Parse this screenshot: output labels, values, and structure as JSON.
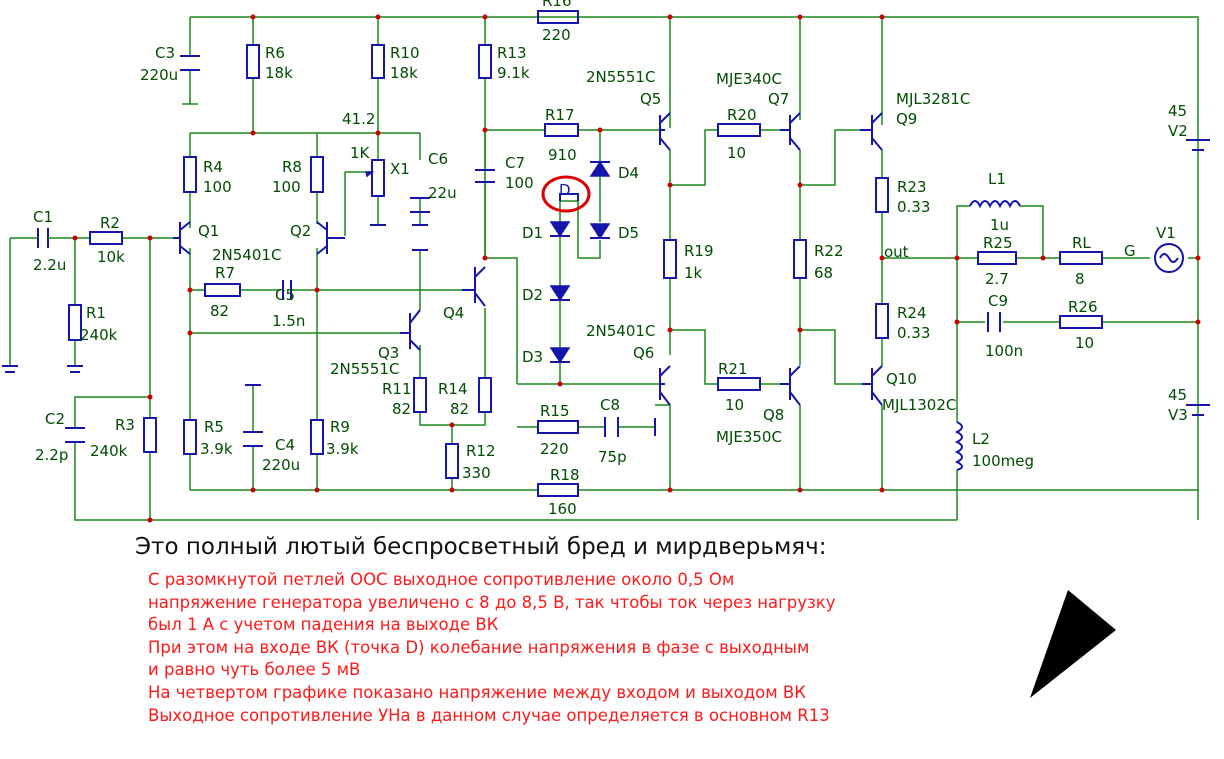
{
  "schematic": {
    "labels": {
      "R16": "R16",
      "R16_val": "220",
      "C3": "C3",
      "C3_val": "220u",
      "R6": "R6",
      "R6_val": "18k",
      "R10": "R10",
      "R10_val": "18k",
      "R13": "R13",
      "R13_val": "9.1k",
      "pot_reading": "41.2",
      "pot_val": "1K",
      "X1": "X1",
      "C6": "C6",
      "C6_val": "22u",
      "R4": "R4",
      "R4_val": "100",
      "R8": "R8",
      "R8_val": "100",
      "C1": "C1",
      "C1_val": "2.2u",
      "R2": "R2",
      "R2_val": "10k",
      "Q1": "Q1",
      "Q2": "Q2",
      "Q12_type": "2N5401C",
      "R7": "R7",
      "R7_val": "82",
      "C5": "C5",
      "C5_val": "1.5n",
      "R1": "R1",
      "R1_val": "240k",
      "C2": "C2",
      "C2_val": "2.2p",
      "R3": "R3",
      "R3_val": "240k",
      "R5": "R5",
      "R5_val": "3.9k",
      "C4": "C4",
      "C4_val": "220u",
      "R9": "R9",
      "R9_val": "3.9k",
      "Q3": "Q3",
      "Q3_type": "2N5551C",
      "R11": "R11",
      "R11_val": "82",
      "R14": "R14",
      "R14_val": "82",
      "R12": "R12",
      "R12_val": "330",
      "Q4": "Q4",
      "C7": "C7",
      "C7_val": "100",
      "R17": "R17",
      "R17_val": "910",
      "point_D": "D",
      "D1": "D1",
      "D2": "D2",
      "D3": "D3",
      "D4": "D4",
      "D5": "D5",
      "R15": "R15",
      "R15_val": "220",
      "C8": "C8",
      "C8_val": "75p",
      "R18": "R18",
      "R18_val": "160",
      "Q5_type": "2N5551C",
      "Q5": "Q5",
      "Q6_type": "2N5401C",
      "Q6": "Q6",
      "R19": "R19",
      "R19_val": "1k",
      "Q7_type": "MJE340C",
      "Q7": "Q7",
      "R20": "R20",
      "R20_val": "10",
      "R21": "R21",
      "R21_val": "10",
      "Q8": "Q8",
      "Q8_type": "MJE350C",
      "R22": "R22",
      "R22_val": "68",
      "Q9_type": "MJL3281C",
      "Q9": "Q9",
      "Q10": "Q10",
      "Q10_type": "MJL1302C",
      "R23": "R23",
      "R23_val": "0.33",
      "R24": "R24",
      "R24_val": "0.33",
      "out": "out",
      "L1": "L1",
      "L1_val": "1u",
      "R25": "R25",
      "R25_val": "2.7",
      "RL": "RL",
      "RL_val": "8",
      "C9": "C9",
      "C9_val": "100n",
      "R26": "R26",
      "R26_val": "10",
      "L2": "L2",
      "L2_val": "100meg",
      "V1": "V1",
      "V1_gen": "G",
      "V2_val": "45",
      "V2": "V2",
      "V3_val": "45",
      "V3": "V3"
    }
  },
  "caption": "Это полный лютый беспросветный бред и мирдверьмяч:",
  "notes": [
    "С разомкнутой петлей ООС выходное сопротивление около 0,5 Ом",
    "напряжение генератора увеличено с 8 до 8,5 В, так чтобы ток через нагрузку",
    "был 1 А с учетом падения на выходе ВК",
    "При этом на входе ВК (точка D) колебание напряжения в фазе с выходным",
    "и равно чуть более 5 мВ",
    "На четвертом графике показано напряжение между входом и выходом ВК",
    "Выходное сопротивление УНа в данном случае определяется в основном R13"
  ]
}
